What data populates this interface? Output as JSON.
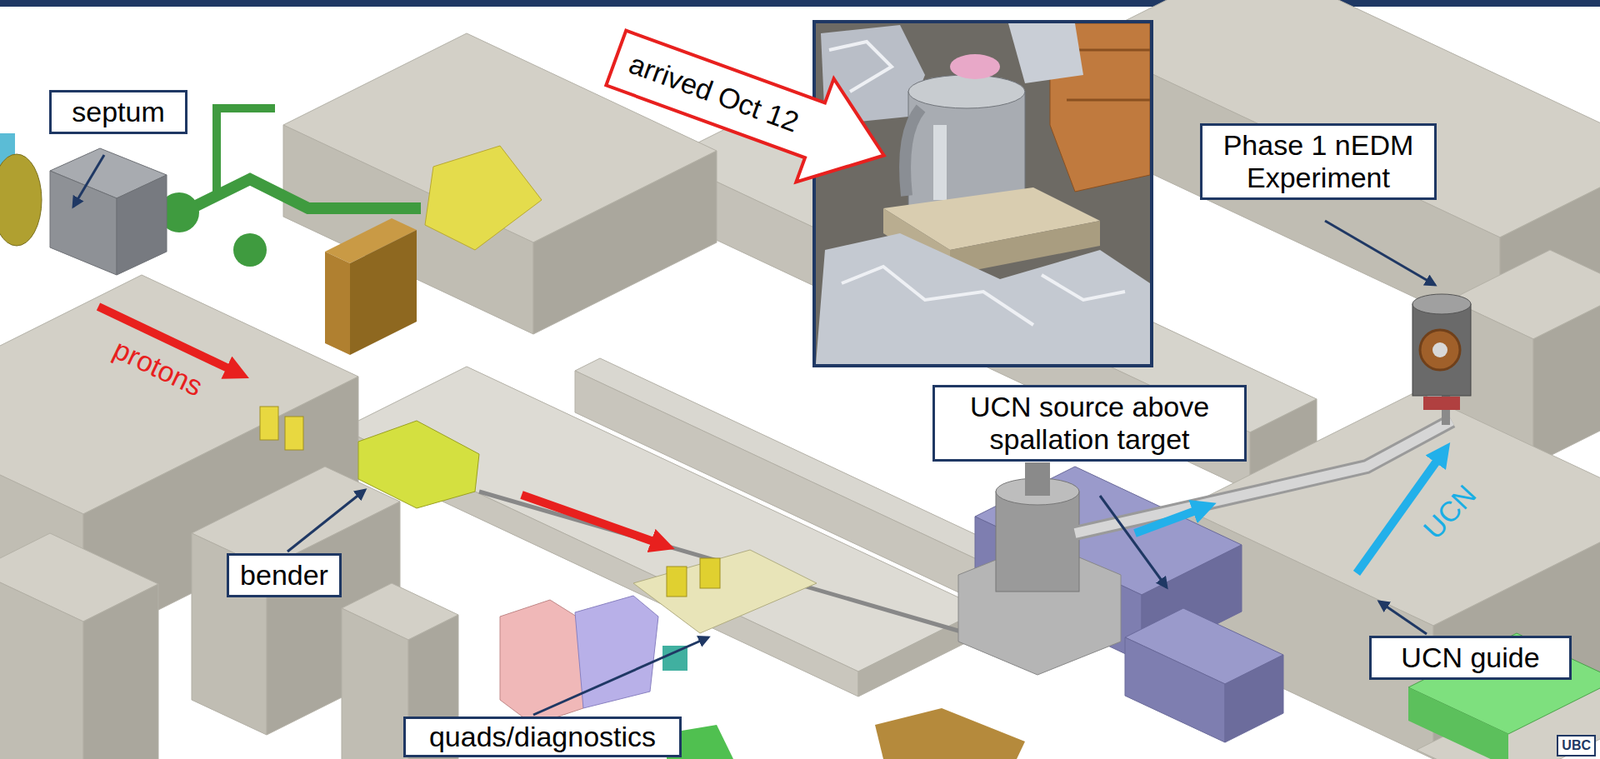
{
  "diagram": {
    "nodes": [
      {
        "text": [
          "septum"
        ]
      },
      {
        "text": [
          "arrived Oct 12"
        ]
      },
      {
        "text": [
          "Phase 1 nEDM Experiment"
        ]
      },
      {
        "text": [
          "UCN source above spallation target"
        ]
      },
      {
        "text": [
          "bender"
        ]
      },
      {
        "text": [
          "UCN guide"
        ]
      },
      {
        "text": [
          "quads/diagnostics"
        ]
      }
    ],
    "labels": [
      "protons",
      "UCN",
      "UBC"
    ]
  }
}
